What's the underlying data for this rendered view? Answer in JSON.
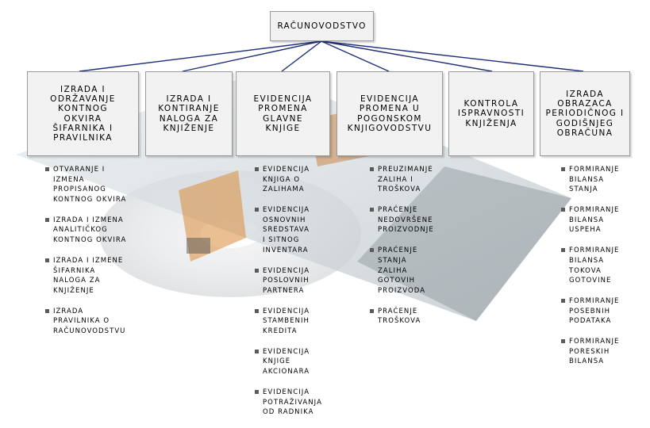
{
  "root": {
    "label": "RAČUNOVODSTVO"
  },
  "boxes": [
    {
      "label": "IZRADA I\nODRŽAVANJE\nKONTNOG\nOKVIRA\nŠIFARNIKA I\nPRAVILNIKA"
    },
    {
      "label": "IZRADA I\nKONTIRANJE\nNALOGA ZA\nKNJIŽENJE"
    },
    {
      "label": "EVIDENCIJA\nPROMENA\nGLAVNE\nKNJIGE"
    },
    {
      "label": "EVIDENCIJA\nPROMENA U\nPOGONSKOM\nKNJIGOVODSTVU"
    },
    {
      "label": "KONTROLA\nISPRAVNOSTI\nKNJIŽENJA"
    },
    {
      "label": "IZRADA\nOBRAZACA\nPERIODIČNOG I\nGODIŠNJEG\nOBRAČUNA"
    }
  ],
  "lists": [
    {
      "items": [
        "OTVARANJE I\nIZMENA\nPROPISANOG\nKONTNOG OKVIRA",
        "IZRADA I IZMENA\nANALITIČKOG\nKONTNOG OKVIRA",
        "IZRADA I IZMENE\nŠIFARNIKA\nNALOGA ZA\nKNJIŽENJE",
        "IZRADA\nPRAVILNIKA O\nRAČUNOVODSTVU"
      ]
    },
    {
      "items": [
        "EVIDENCIJA\nKNJIGA O\nZALIHAMA",
        "EVIDENCIJA\nOSNOVNIH\nSREDSTAVA\nI SITNOG\nINVENTARA",
        "EVIDENCIJA\nPOSLOVNIH\nPARTNERA",
        "EVIDENCIJA\nSTAMBENIH\nKREDITA",
        "EVIDENCIJA\nKNJIGE\nAKCIONARA",
        "EVIDENCIJA\nPOTRAŽIVANJA\nOD RADNIKA"
      ]
    },
    {
      "items": [
        "PREUZIMANJE\nZALIHA I\nTROŠKOVA",
        "PRAĆENJE\nNEDOVRŠENE\nPROIZVODNJE",
        "PRAĆENJE\nSTANJA\nZALIHA\nGOTOVIH\nPROIZVODA",
        "PRAĆENJE\nTROŠKOVA"
      ]
    },
    {
      "items": [
        "FORMIRANJE\nBILANSA\nSTANJA",
        "FORMIRANJE\nBILANSA\nUSPEHA",
        "FORMIRANJE\nBILANSA\nTOKOVA\nGOTOVINE",
        "FORMIRANJE\nPOSEBNIH\nPODATAKA",
        "FORMIRANJE\nPORESKIH\nBILANSA"
      ]
    }
  ],
  "colors": {
    "connector": "#1f2f7a",
    "box_fill": "#f2f2f2",
    "box_border": "#9a9a9a",
    "bullet": "#5a5a5a"
  }
}
